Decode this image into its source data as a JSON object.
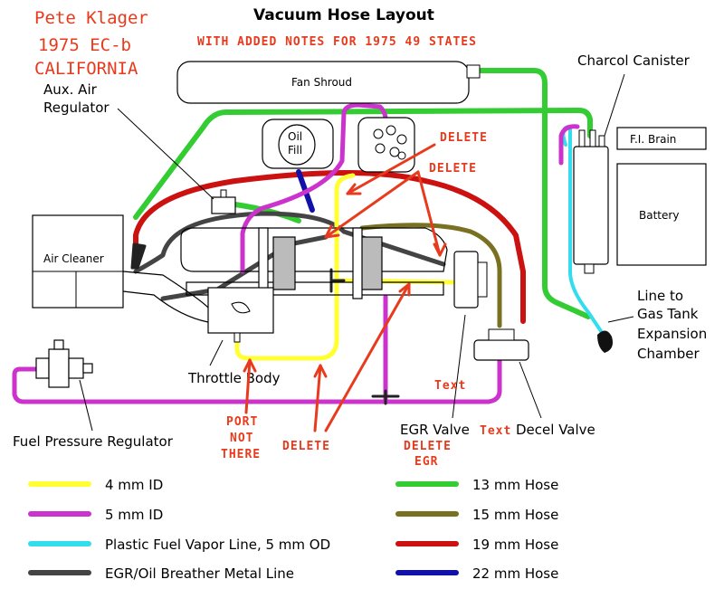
{
  "diagram": {
    "title": "Vacuum Hose Layout",
    "author_lines": [
      "Pete Klager",
      "1975 EC-b",
      "CALIFORNIA"
    ],
    "subtitle_note": "WITH ADDED NOTES FOR 1975 49 STATES",
    "components": {
      "fan_shroud": "Fan Shroud",
      "charcoal_canister": "Charcol Canister",
      "fi_brain": "F.I. Brain",
      "battery": "Battery",
      "air_cleaner": "Air Cleaner",
      "aux_air_regulator_line1": "Aux. Air",
      "aux_air_regulator_line2": "Regulator",
      "oil_fill_line1": "Oil",
      "oil_fill_line2": "Fill",
      "throttle_body": "Throttle Body",
      "fuel_pressure_regulator": "Fuel Pressure Regulator",
      "egr_valve": "EGR Valve",
      "decel_valve": "Decel Valve",
      "gas_tank_line1": "Line to",
      "gas_tank_line2": "Gas Tank",
      "gas_tank_line3": "Expansion",
      "gas_tank_line4": "Chamber"
    },
    "notes": {
      "delete_1": "DELETE",
      "delete_2": "DELETE",
      "delete_3": "DELETE",
      "port_not_there": [
        "PORT",
        "NOT",
        "THERE"
      ],
      "delete_egr": [
        "DELETE",
        "EGR"
      ],
      "text_1": "Text",
      "text_2": "Text"
    }
  },
  "legend": {
    "left": [
      {
        "label": "4 mm ID",
        "color": "#ffff33"
      },
      {
        "label": "5 mm ID",
        "color": "#cc33cc"
      },
      {
        "label": "Plastic Fuel Vapor Line, 5 mm OD",
        "color": "#33ddee"
      },
      {
        "label": "EGR/Oil Breather Metal Line",
        "color": "#444444"
      }
    ],
    "right": [
      {
        "label": "13 mm Hose",
        "color": "#33cc33"
      },
      {
        "label": "15 mm Hose",
        "color": "#7a7022"
      },
      {
        "label": "19 mm Hose",
        "color": "#cc1111"
      },
      {
        "label": "22 mm Hose",
        "color": "#1111aa"
      }
    ]
  }
}
